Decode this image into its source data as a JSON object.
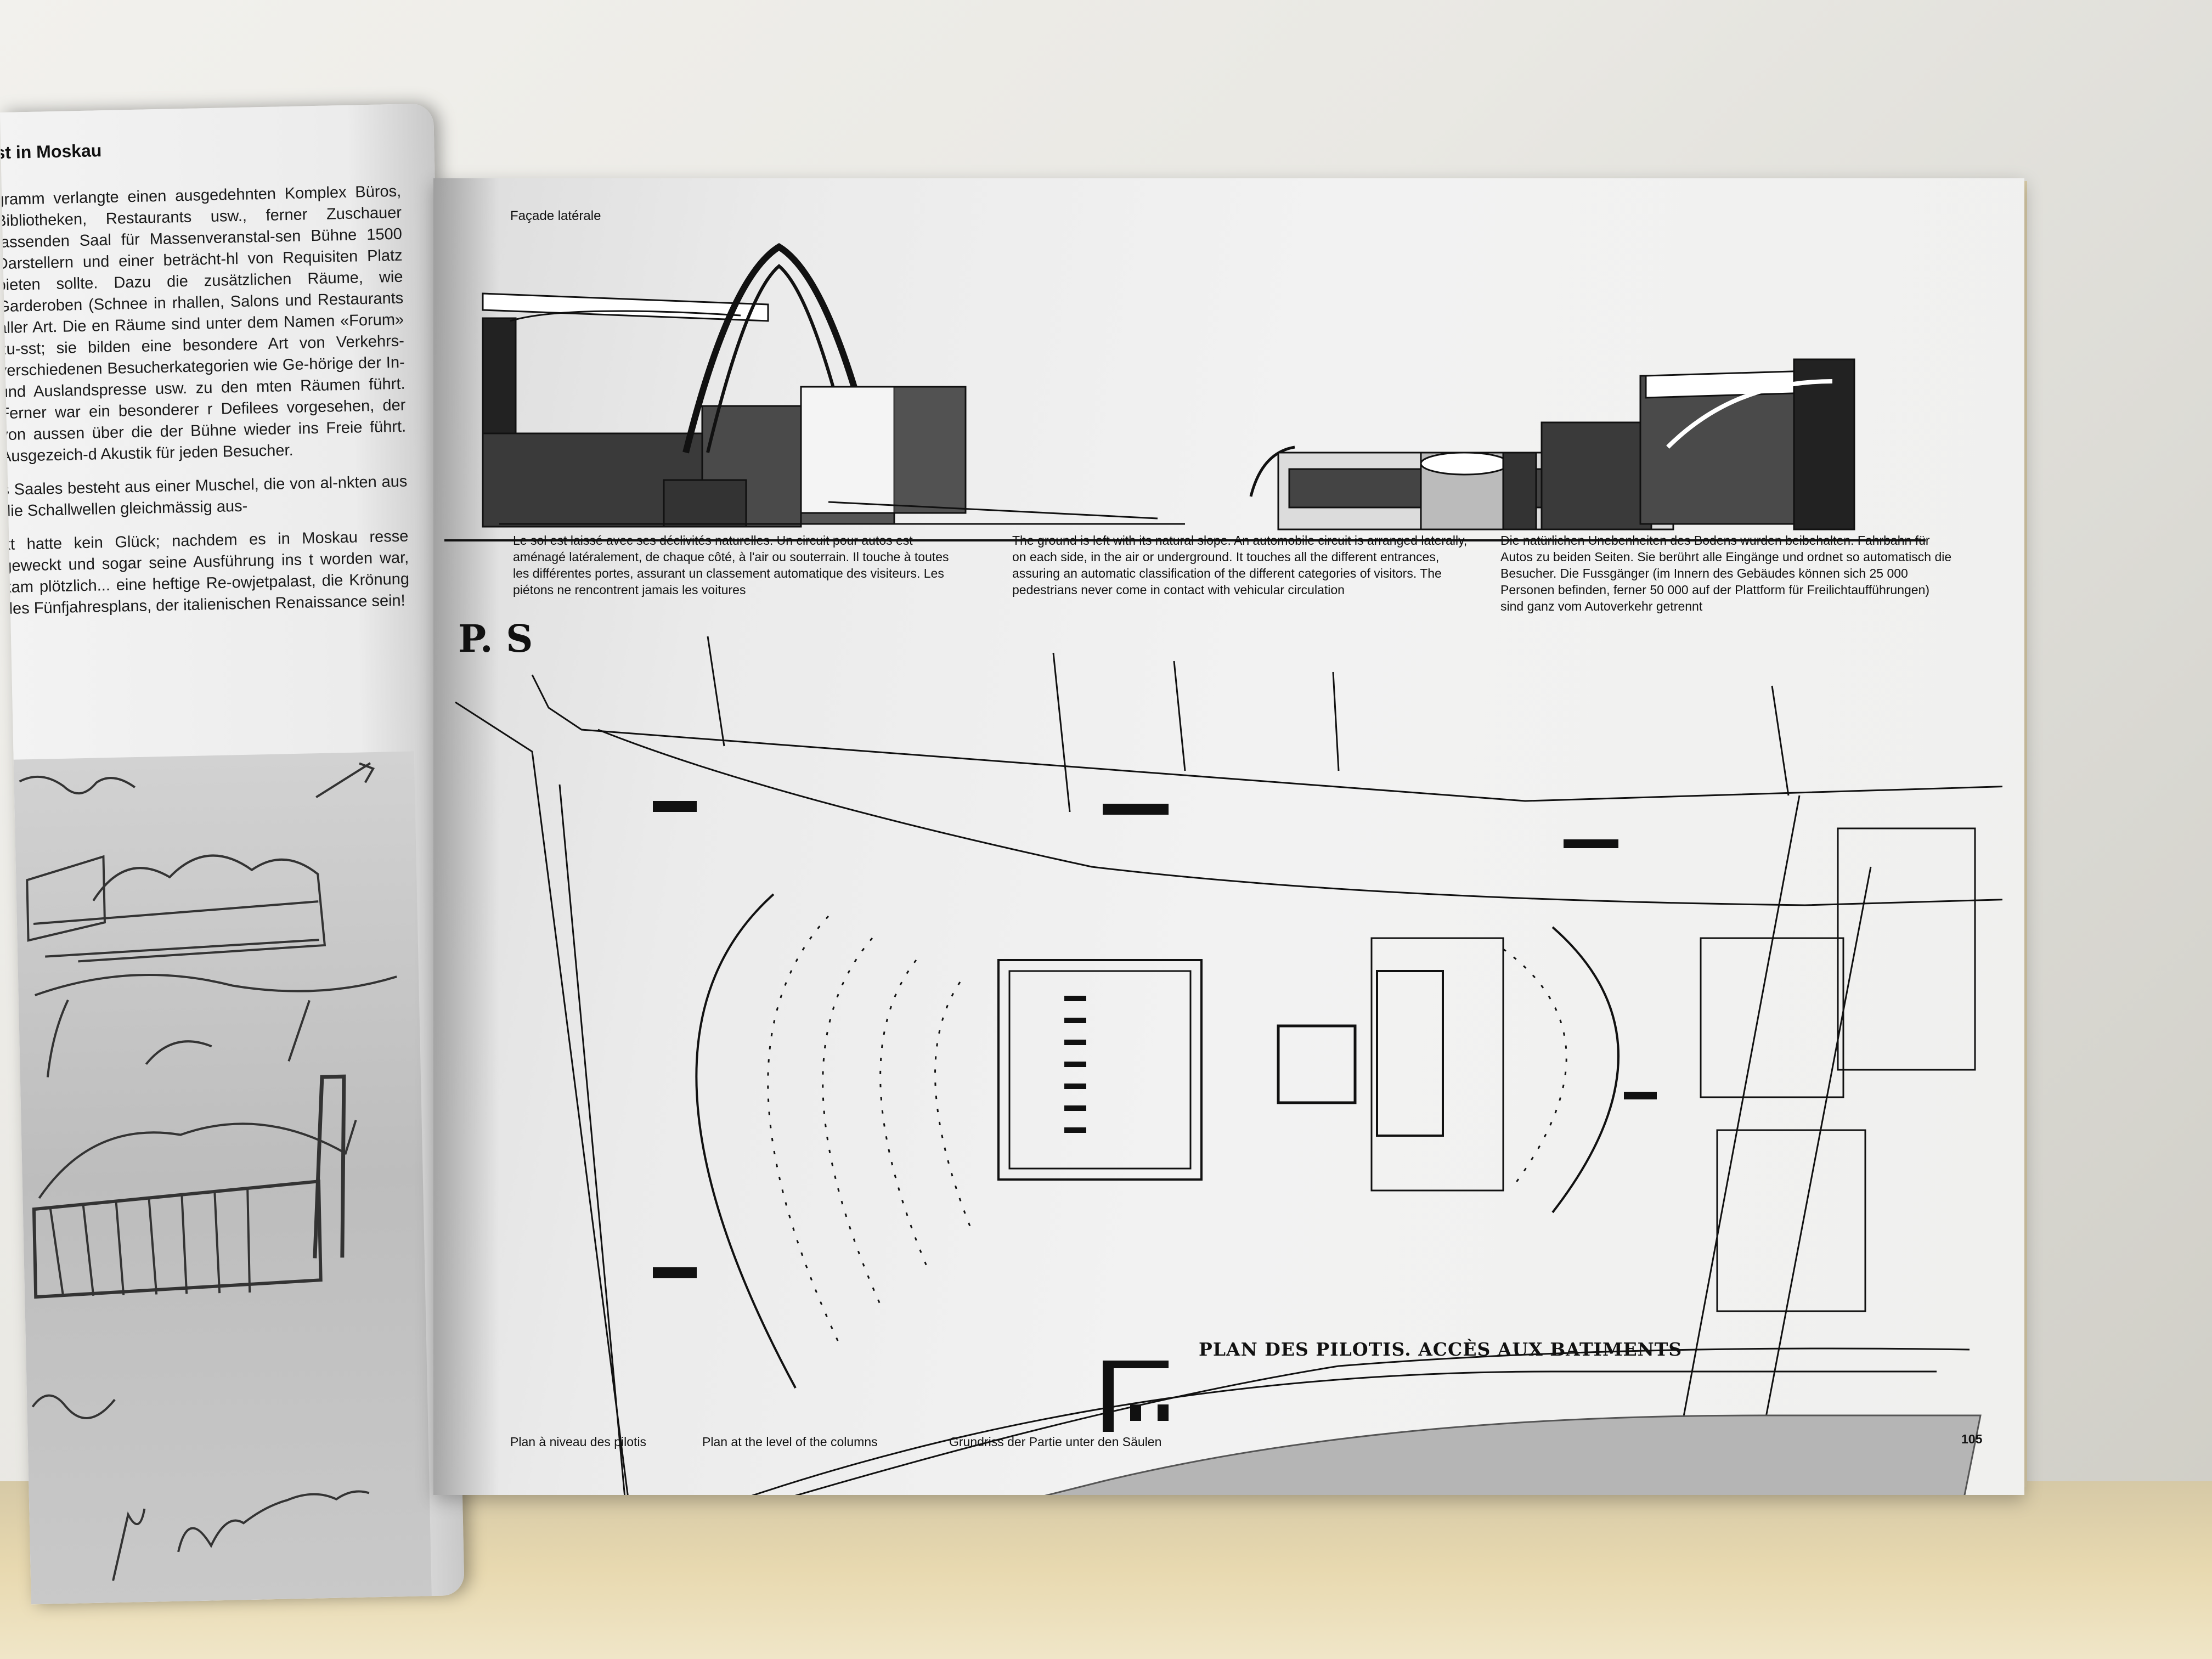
{
  "left_page": {
    "heading": "st in Moskau",
    "paragraphs": [
      "gramm verlangte einen ausgedehnten Komplex Büros, Bibliotheken, Restaurants usw., ferner Zuschauer fassenden Saal für Massenveranstal-sen Bühne 1500 Darstellern und einer beträcht-hl von Requisiten Platz bieten sollte. Dazu die zusätzlichen Räume, wie Garderoben (Schnee in rhallen, Salons und Restaurants aller Art. Die en Räume sind unter dem Namen «Forum» zu-sst; sie bilden eine besondere Art von Verkehrs-verschiedenen Besucherkategorien wie Ge-hörige der In- und Auslandspresse usw. zu den mten Räumen führt. Ferner war ein besonderer r Defilees vorgesehen, der von aussen über die der Bühne wieder ins Freie führt. Ausgezeich-d Akustik für jeden Besucher.",
      "s Saales besteht aus einer Muschel, die von al-nkten aus die Schallwellen gleichmässig aus-",
      "kt hatte kein Glück; nachdem es in Moskau resse geweckt und sogar seine Ausführung ins t worden war, kam plötzlich... eine heftige Re-owjetpalast, die Krönung des Fünfjahresplans, der italienischen Renaissance sein!"
    ]
  },
  "right_page": {
    "facade_label": "Façade latérale",
    "captions": [
      "Le sol est laissé avec ses déclivités naturelles. Un circuit pour autos est aménagé latéralement, de chaque côté, à l'air ou souterrain. Il touche à toutes les différentes portes, assurant un classement automatique des visiteurs. Les piétons ne rencontrent jamais les voitures",
      "The ground is left with its natural slope. An automobile circuit is arranged laterally, on each side, in the air or underground. It touches all the different entrances, assuring an automatic classification of the different categories of visitors. The pedestrians never come in contact with vehicular circulation",
      "Die natürlichen Unebenheiten des Bodens wurden beibehalten. Fahrbahn für Autos zu beiden Seiten. Sie berührt alle Eingänge und ordnet so automatisch die Besucher. Die Fussgänger (im Innern des Gebäudes können sich 25 000 Personen befinden, ferner 50 000 auf der Plattform für Freilichtaufführungen) sind ganz vom Autoverkehr getrennt"
    ],
    "plan_mark": "P. S",
    "plan_title": "PLAN DES PILOTIS.  ACCÈS AUX BATIMENTS",
    "footer_captions": [
      "Plan à niveau des pilotis",
      "Plan at the level of the columns",
      "Grundriss der Partie unter den Säulen"
    ],
    "page_number": "105"
  }
}
